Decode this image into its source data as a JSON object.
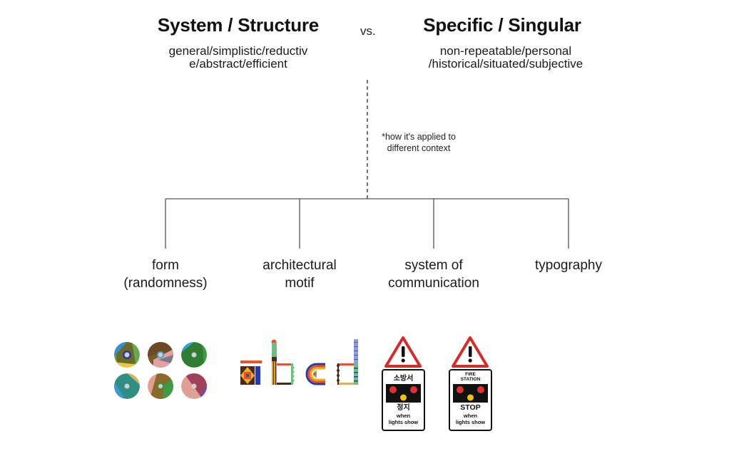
{
  "left": {
    "title": "System / Structure",
    "subtitle_line1": "general/simplistic/reductiv",
    "subtitle_line2": "e/abstract/efficient"
  },
  "versus": "vs.",
  "right": {
    "title": "Specific / Singular",
    "subtitle_line1": "non-repeatable/personal",
    "subtitle_line2": "/historical/situated/subjective"
  },
  "note": {
    "line1": "*how it's applied to",
    "line2": "different context"
  },
  "branches": [
    {
      "line1": "form",
      "line2": "(randomness)"
    },
    {
      "line1": "architectural",
      "line2": "motif"
    },
    {
      "line1": "system of",
      "line2": "communication"
    },
    {
      "line1": "typography",
      "line2": ""
    }
  ],
  "examples": {
    "form_discs": {
      "description": "six circular colored discs with grey center dots",
      "colors": [
        "#6aa84f",
        "#7a5a2a",
        "#2e7d32",
        "#2f8f83",
        "#e0a090",
        "#a0405a"
      ]
    },
    "motif_letters": [
      "a",
      "b",
      "c",
      "d"
    ],
    "signs": [
      {
        "top_text": "소방서",
        "stop_text": "정지",
        "bottom_line1": "when",
        "bottom_line2": "lights show"
      },
      {
        "top_text_line1": "FIRE",
        "top_text_line2": "STATION",
        "stop_text": "STOP",
        "bottom_line1": "when",
        "bottom_line2": "lights show"
      }
    ],
    "sign_colors": {
      "triangle": "#d62b2b",
      "panel": "#111111",
      "light_red": "#e03030",
      "light_yellow": "#f2c200"
    }
  }
}
